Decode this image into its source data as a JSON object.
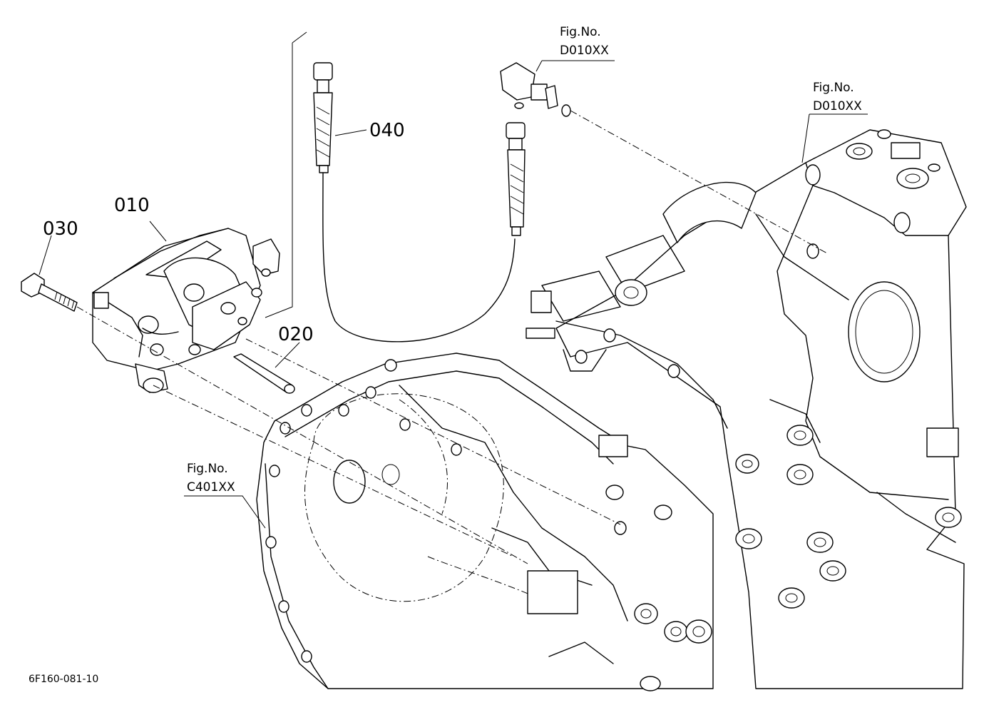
{
  "parts": [
    {
      "id": "p010",
      "label": "010"
    },
    {
      "id": "p020",
      "label": "020"
    },
    {
      "id": "p030",
      "label": "030"
    },
    {
      "id": "p040",
      "label": "040"
    }
  ],
  "figure_refs": [
    {
      "id": "ref1",
      "line1": "Fig.No.",
      "line2": "D010XX"
    },
    {
      "id": "ref2",
      "line1": "Fig.No.",
      "line2": "D010XX"
    },
    {
      "id": "ref3",
      "line1": "Fig.No.",
      "line2": "C401XX"
    }
  ],
  "drawing_code": "6F160-081-10"
}
